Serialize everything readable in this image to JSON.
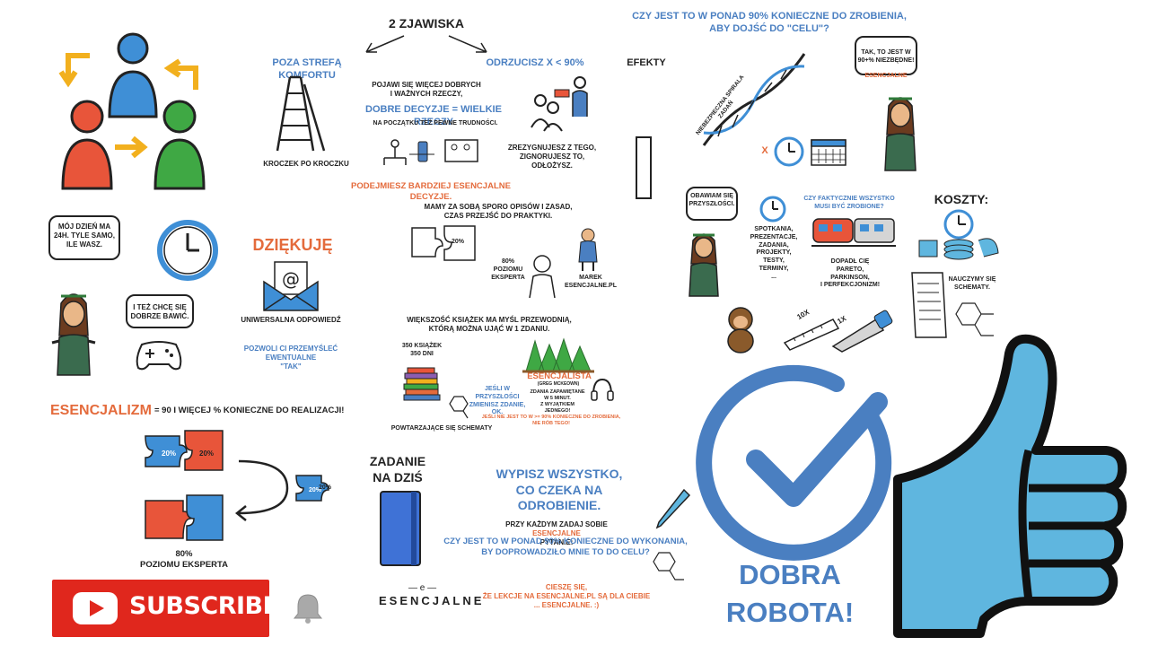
{
  "center": {
    "title": "2 ZJAWISKA",
    "left_heading": "POZA STREFĄ KOMFORTU",
    "right_heading": "ODRZUCISZ X < 90%",
    "effects": "EFEKTY",
    "good_things": "POJAWI SIĘ WIĘCEJ DOBRYCH\nI WAŻNYCH RZECZY,",
    "good_decisions": "DOBRE DECYZJE = WIELKIE RZECZY",
    "difficulties": "NA POCZĄTKU TEŻ PEWNE TRUDNOŚCI.",
    "step_by_step": "KROCZEK PO KROCZKU",
    "give_up": "ZREZYGNUJESZ Z TEGO,\nZIGNORUJESZ TO,\nODŁOŻYSZ.",
    "more_essential": "PODEJMIESZ BARDZIEJ ESENCJALNE DECYZJE.",
    "practice": "MAMY ZA SOBĄ SPORO OPISÓW I ZASAD,\nCZAS PRZEJŚĆ DO PRAKTYKI.",
    "puzzle_pct": "20%",
    "expert_level": "80%\nPOZIOMU EKSPERTA",
    "marek": "MAREK\nESENCJALNE.PL",
    "books_idea": "WIĘKSZOŚĆ KSIĄŻEK MA MYŚL PRZEWODNIĄ,\nKTÓRĄ MOŻNA UJĄĆ W 1 ZDANIU.",
    "books_count": "350 KSIĄŻEK\n350 DNI",
    "repeating": "POWTARZAJĄCE SIĘ SCHEMATY",
    "esencjalista": "ESENCJALISTA",
    "esencjalista_sub": "(GREG MCKEOWN)",
    "future_change": "JEŚLI W PRZYSZŁOŚCI\nZMIENISZ ZDANIE, OK.",
    "summary": "ZDANIA ZAPAMIĘTANE\nW 5 MINUT.\nZ WYJĄTKIEM JEDNEGO!",
    "not_needed": "JEŚLI NIE JEST TO W >= 90% KONIECZNE DO ZROBIENIA,\nNIE RÓB TEGO!"
  },
  "left": {
    "bubble_day": "MÓJ DZIEŃ MA\n24H. TYLE SAMO,\nILE WASZ.",
    "bubble_fun": "I TEŻ CHCĘ SIĘ\nDOBRZE BAWIĆ.",
    "thanks": "DZIĘKUJĘ",
    "universal": "UNIWERSALNA ODPOWIEDŹ",
    "allow": "POZWOLI CI PRZEMYŚLEĆ\nEWENTUALNE\n\"TAK\"",
    "esencjalizm": "ESENCJALIZM",
    "definition": "= 90 I WIĘCEJ % KONIECZNE DO REALIZACJI!",
    "puzzle_pct": "20%",
    "expert": "80%\nPOZIOMU EKSPERTA"
  },
  "right": {
    "question": "CZY JEST TO W PONAD 90% KONIECZNE DO ZROBIENIA,\nABY DOJŚĆ DO \"CELU\"?",
    "bubble_yes": "TAK, TO JEST W\n90+% NIEZBĘDNE!",
    "bubble_yes_tag": "ESENCJALNE",
    "spiral": "NIEBEZPIECZNA SPIRALA ZADAŃ",
    "times": "X",
    "fear": "OBAWIAM SIĘ\nPRZYSZŁOŚCI.",
    "must_do": "CZY FAKTYCZNIE WSZYSTKO\nMUSI BYĆ ZROBIONE?",
    "costs": "KOSZTY:",
    "meetings": "SPOTKANIA,\nPREZENTACJE,\nZADANIA,\nPROJEKTY,\nTESTY,\nTERMINY,\n...",
    "pareto": "DOPADŁ CIĘ\nPARETO,\nPARKINSON,\nI PERFEKCJONIZM!",
    "schemes": "NAUCZYMY SIĘ\nSCHEMATY.",
    "ten_x": "10X",
    "one_x": "1X"
  },
  "bottom": {
    "task": "ZADANIE\nNA DZIŚ",
    "write": "WYPISZ WSZYSTKO,\nCO CZEKA NA ODROBIENIE.",
    "ask_prefix": "PRZY KAŻDYM ZADAJ SOBIE",
    "ask_essential": "ESENCJALNE",
    "ask_suffix": "PYTANIE:",
    "question": "CZY JEST TO W PONAD 90% KONIECZNE DO WYKONANIA,\nBY DOPROWADZIŁO MNIE TO DO CELU?",
    "glad": "CIESZĘ SIĘ,\nŻE LEKCJE NA ESENCJALNE.PL SĄ DLA CIEBIE\n... ESENCJALNE. :)",
    "logo_e": "— e —",
    "logo": "ESENCJALNE",
    "good_job": "DOBRA\nROBOTA!",
    "subscribe": "SUBSCRIBE"
  },
  "colors": {
    "blue": "#4a7fc1",
    "orange": "#e46b3c",
    "green": "#3fa844",
    "red": "#e0271d",
    "thumb": "#5fb6df",
    "yellow": "#f2b01e"
  }
}
